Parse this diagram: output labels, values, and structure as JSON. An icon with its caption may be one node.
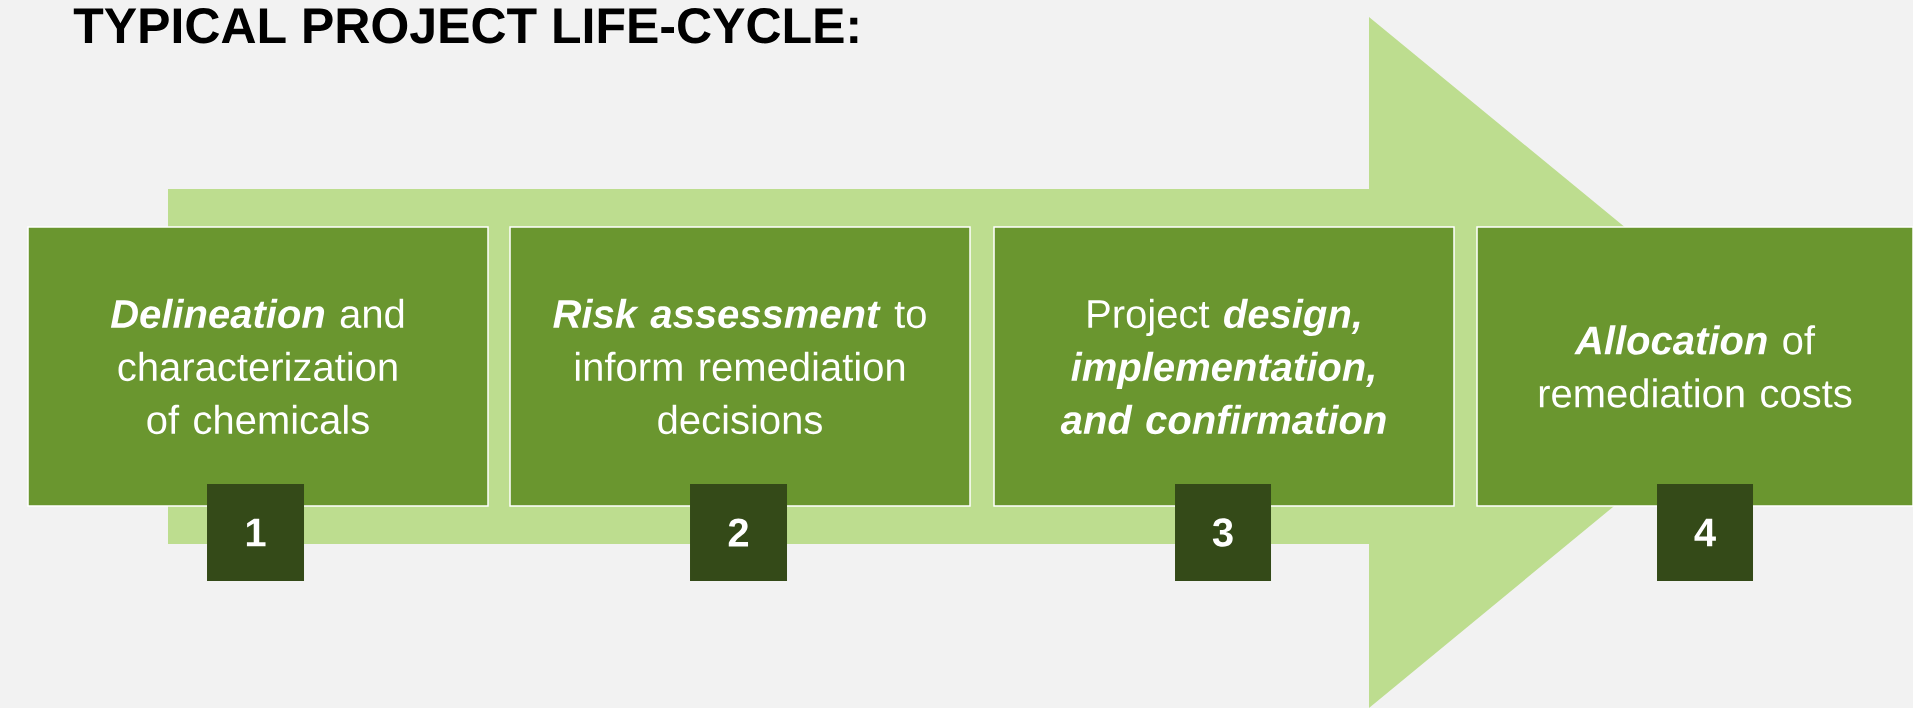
{
  "diagram": {
    "title": "TYPICAL PROJECT LIFE-CYCLE:",
    "nodes": [
      {
        "text": [
          "**Delineation** and characterization of chemicals"
        ]
      },
      {
        "text": [
          "1"
        ]
      },
      {
        "text": [
          "**Risk assessment** to inform remediation decisions"
        ]
      },
      {
        "text": [
          "2"
        ]
      },
      {
        "text": [
          "Project **design, implementation, and confirmation**"
        ]
      },
      {
        "text": [
          "3"
        ]
      },
      {
        "text": [
          "**Allocation** of remediation costs"
        ]
      },
      {
        "text": [
          "4"
        ]
      }
    ],
    "edges": [
      {
        "from": 0,
        "to": 6,
        "arrow": "to"
      }
    ]
  }
}
